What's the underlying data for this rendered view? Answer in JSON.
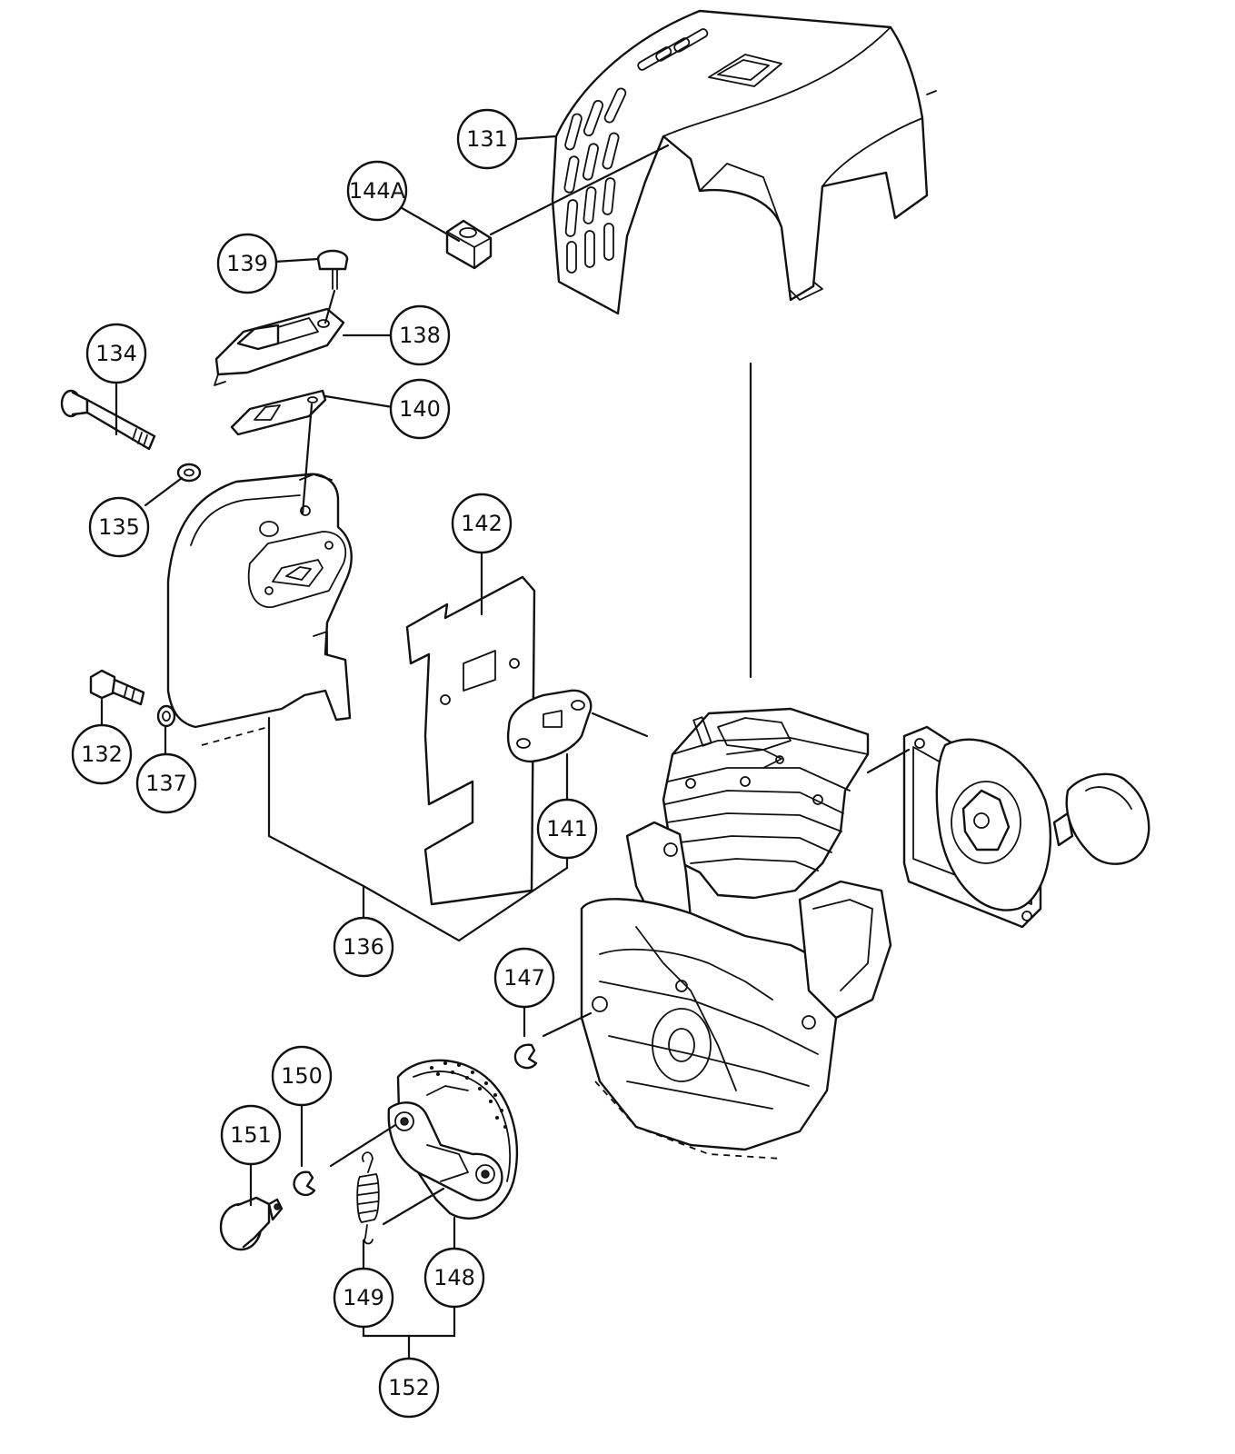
{
  "callouts": {
    "p131": "131",
    "p144a": "144A",
    "p139": "139",
    "p138": "138",
    "p134": "134",
    "p140": "140",
    "p135": "135",
    "p142": "142",
    "p132": "132",
    "p137": "137",
    "p141": "141",
    "p136": "136",
    "p147": "147",
    "p150": "150",
    "p151": "151",
    "p149": "149",
    "p148": "148",
    "p152": "152"
  }
}
